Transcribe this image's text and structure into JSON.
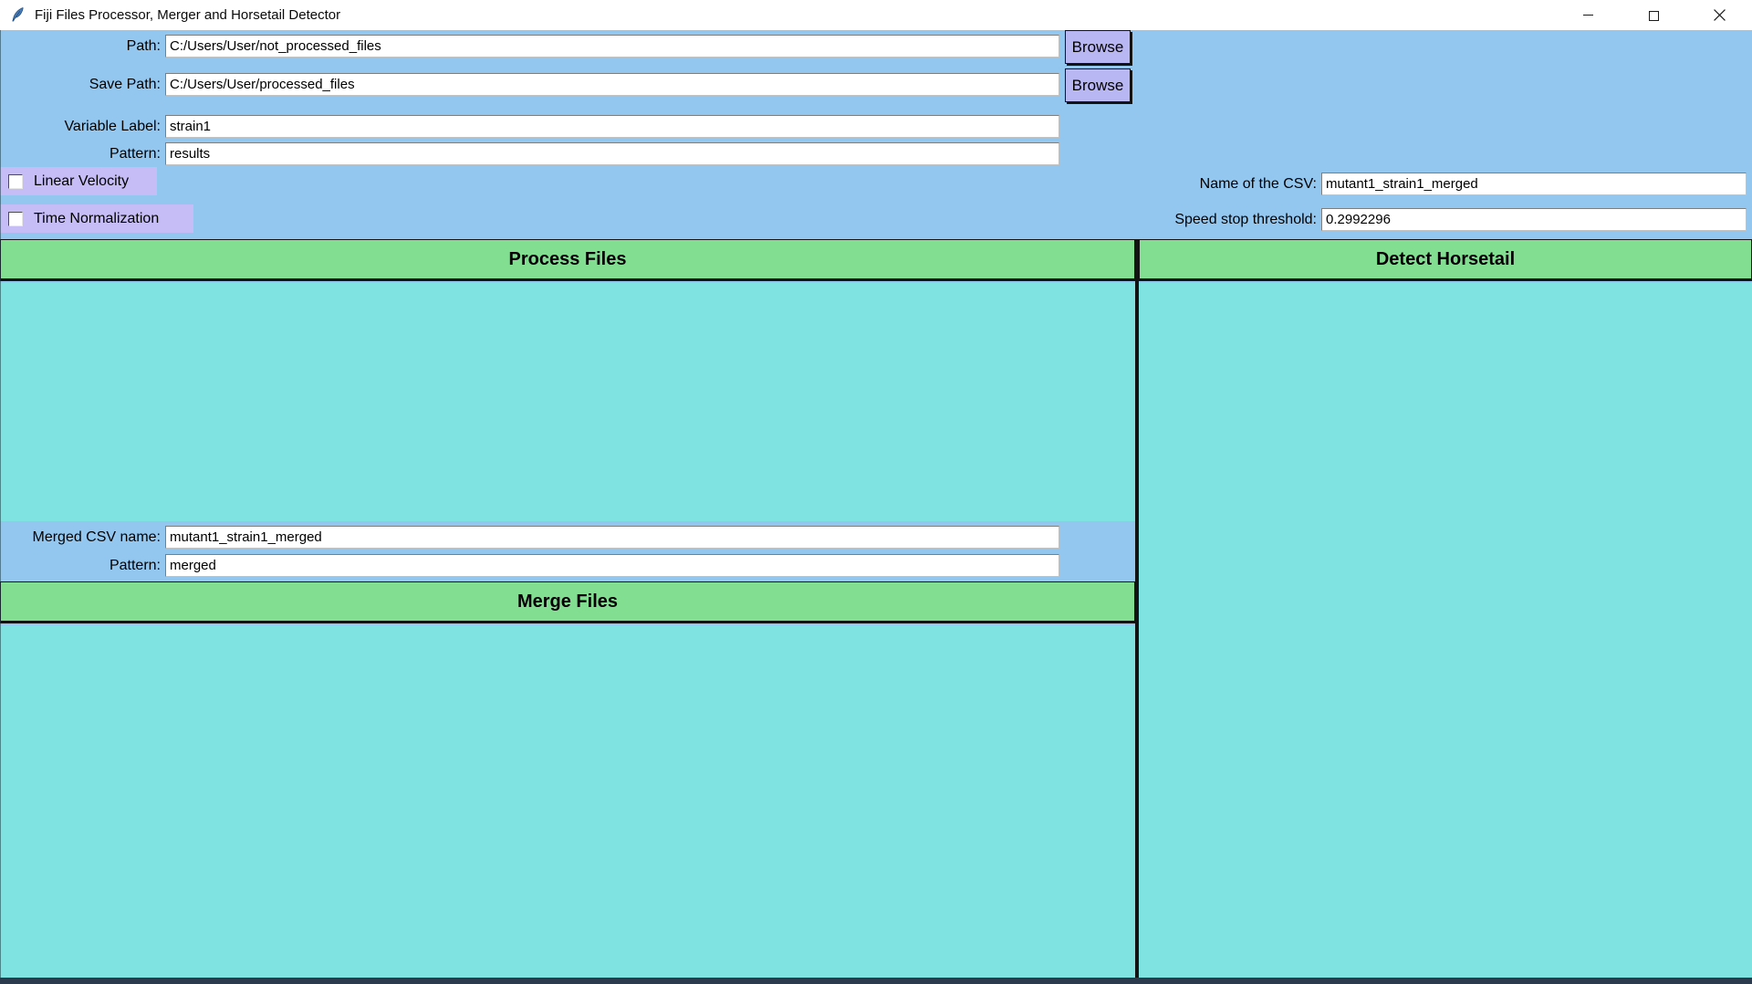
{
  "window": {
    "title": "Fiji Files Processor, Merger and Horsetail Detector",
    "icons": {
      "app": "python-feather-icon",
      "minimize": "minimize-icon",
      "restore": "restore-icon",
      "close": "close-icon"
    }
  },
  "form": {
    "path": {
      "label": "Path:",
      "value": "C:/Users/User/not_processed_files",
      "browse_label": "Browse"
    },
    "save_path": {
      "label": "Save Path:",
      "value": "C:/Users/User/processed_files",
      "browse_label": "Browse"
    },
    "variable_label": {
      "label": "Variable Label:",
      "value": "strain1"
    },
    "pattern": {
      "label": "Pattern:",
      "value": "results"
    },
    "checkboxes": [
      {
        "label": "Linear Velocity",
        "checked": false
      },
      {
        "label": "Time Normalization",
        "checked": false
      }
    ],
    "csv_name": {
      "label": "Name of the CSV:",
      "value": "mutant1_strain1_merged"
    },
    "speed_threshold": {
      "label": "Speed stop threshold:",
      "value": "0.2992296"
    }
  },
  "actions": {
    "process_files": "Process Files",
    "detect_horsetail": "Detect Horsetail",
    "merge_files": "Merge Files"
  },
  "merge_form": {
    "merged_csv_name": {
      "label": "Merged CSV name:",
      "value": "mutant1_strain1_merged"
    },
    "pattern": {
      "label": "Pattern:",
      "value": "merged"
    }
  },
  "colors": {
    "background_blue": "#93c7f0",
    "panel_teal": "#7ee3e1",
    "button_green": "#82df92",
    "browse_lavender": "#b9b6f4",
    "checkbox_lavender": "#c6bcf6",
    "titlebar_white": "#ffffff",
    "bottom_bar_navy": "#2c3a4e"
  }
}
